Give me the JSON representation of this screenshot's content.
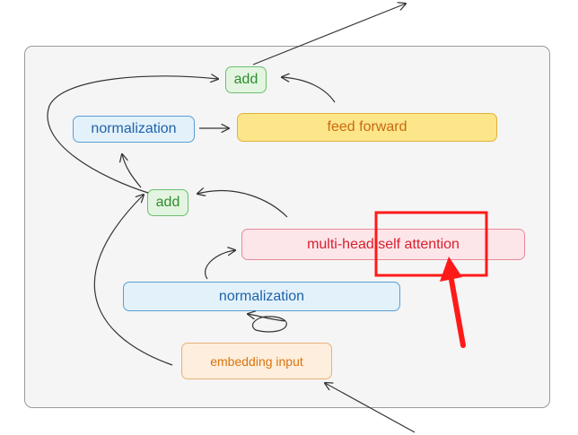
{
  "diagram": {
    "nodes": {
      "add_top": "add",
      "normalization_top": "normalization",
      "feed_forward": "feed forward",
      "add_mid": "add",
      "attention": "multi-head self attention",
      "normalization_bottom": "normalization",
      "embedding": "embedding input"
    },
    "colors": {
      "green": "#6bbf6b",
      "blue": "#5a9fd4",
      "yellow": "#e0b33c",
      "pink": "#e98a98",
      "orange": "#e8b27a",
      "highlight": "#ff1a1a"
    },
    "annotation": {
      "type": "highlight-box-with-arrow",
      "target": "attention"
    }
  }
}
